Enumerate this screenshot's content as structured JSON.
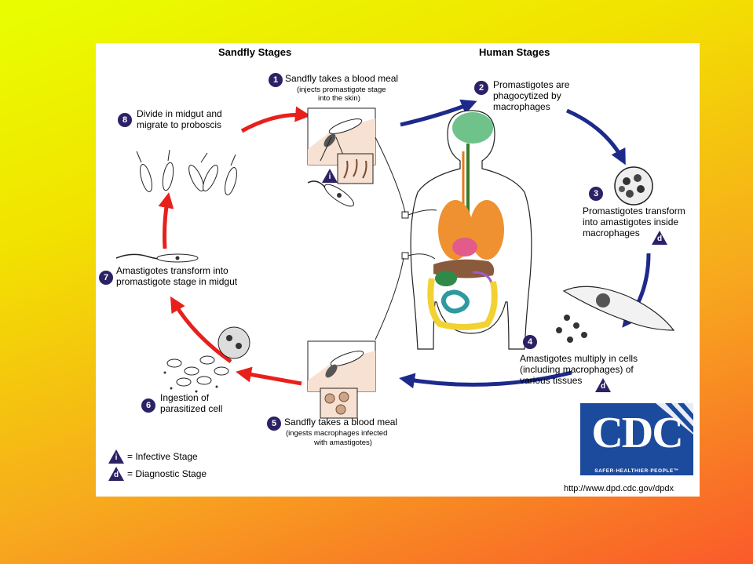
{
  "headers": {
    "sandfly": "Sandfly Stages",
    "human": "Human Stages"
  },
  "steps": [
    {
      "num": "1",
      "title": "Sandfly takes a blood meal",
      "sub1": "(injects promastigote stage",
      "sub2": "into the skin)"
    },
    {
      "num": "2",
      "line1": "Promastigotes are",
      "line2": "phagocytized by",
      "line3": "macrophages"
    },
    {
      "num": "3",
      "line1": "Promastigotes transform",
      "line2": "into amastigotes inside",
      "line3": "macrophages"
    },
    {
      "num": "4",
      "line1": "Amastigotes multiply in cells",
      "line2": "(including macrophages) of",
      "line3": "various tissues"
    },
    {
      "num": "5",
      "title": "Sandfly takes a blood meal",
      "sub1": "(ingests macrophages infected",
      "sub2": "with amastigotes)"
    },
    {
      "num": "6",
      "line1": "Ingestion of",
      "line2": "parasitized cell"
    },
    {
      "num": "7",
      "line1": "Amastigotes transform into",
      "line2": "promastigote stage in midgut"
    },
    {
      "num": "8",
      "line1": "Divide in midgut and",
      "line2": "migrate to proboscis"
    }
  ],
  "legend": {
    "infective_symbol": "i",
    "infective_label": "= Infective Stage",
    "diagnostic_symbol": "d",
    "diagnostic_label": "= Diagnostic Stage"
  },
  "logo": {
    "text": "CDC",
    "tagline": "SAFER·HEALTHIER·PEOPLE™"
  },
  "url": "http://www.dpd.cdc.gov/dpdx",
  "colors": {
    "sandfly_arrow": "#e8201c",
    "human_arrow": "#1d2a8c",
    "badge": "#2b2265",
    "cdc_blue": "#1c4a9c"
  }
}
